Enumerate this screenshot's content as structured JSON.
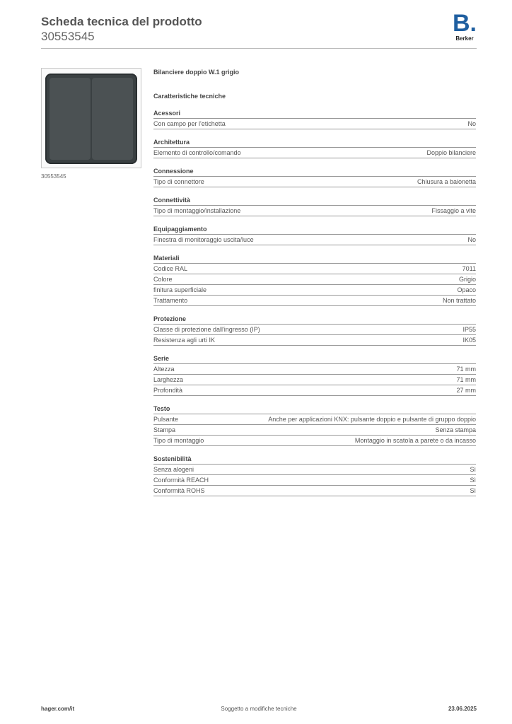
{
  "header": {
    "title": "Scheda tecnica del prodotto",
    "number": "30553545",
    "logo_mark": "B.",
    "logo_text": "Berker"
  },
  "product": {
    "image_caption": "30553545",
    "name": "Bilanciere doppio W.1 grigio"
  },
  "specs_heading": "Caratteristiche tecniche",
  "sections": [
    {
      "title": "Acessori",
      "rows": [
        {
          "label": "Con campo per l'etichetta",
          "value": "No"
        }
      ]
    },
    {
      "title": "Architettura",
      "rows": [
        {
          "label": "Elemento di controllo/comando",
          "value": "Doppio bilanciere"
        }
      ]
    },
    {
      "title": "Connessione",
      "rows": [
        {
          "label": "Tipo di connettore",
          "value": "Chiusura a baionetta"
        }
      ]
    },
    {
      "title": "Connettività",
      "rows": [
        {
          "label": "Tipo di montaggio/installazione",
          "value": "Fissaggio a vite"
        }
      ]
    },
    {
      "title": "Equipaggiamento",
      "rows": [
        {
          "label": "Finestra di monitoraggio uscita/luce",
          "value": "No"
        }
      ]
    },
    {
      "title": "Materiali",
      "rows": [
        {
          "label": "Codice RAL",
          "value": "7011"
        },
        {
          "label": "Colore",
          "value": "Grigio"
        },
        {
          "label": "finitura superficiale",
          "value": "Opaco"
        },
        {
          "label": "Trattamento",
          "value": "Non trattato"
        }
      ]
    },
    {
      "title": "Protezione",
      "rows": [
        {
          "label": "Classe di protezione dall'ingresso (IP)",
          "value": "IP55"
        },
        {
          "label": "Resistenza agli urti IK",
          "value": "IK05"
        }
      ]
    },
    {
      "title": "Serie",
      "rows": [
        {
          "label": "Altezza",
          "value": "71 mm"
        },
        {
          "label": "Larghezza",
          "value": "71 mm"
        },
        {
          "label": "Profondità",
          "value": "27 mm"
        }
      ]
    },
    {
      "title": "Testo",
      "rows": [
        {
          "label": "Pulsante",
          "value": "Anche per applicazioni KNX: pulsante doppio e pulsante di gruppo doppio"
        },
        {
          "label": "Stampa",
          "value": "Senza stampa"
        },
        {
          "label": "Tipo di montaggio",
          "value": "Montaggio in scatola a parete o da incasso"
        }
      ]
    },
    {
      "title": "Sostenibilità",
      "rows": [
        {
          "label": "Senza alogeni",
          "value": "Sì"
        },
        {
          "label": "Conformità REACH",
          "value": "Sì"
        },
        {
          "label": "Conformità ROHS",
          "value": "Sì"
        }
      ]
    }
  ],
  "footer": {
    "left": "hager.com/it",
    "center": "Soggetto a modifiche tecniche",
    "right": "23.06.2025"
  }
}
